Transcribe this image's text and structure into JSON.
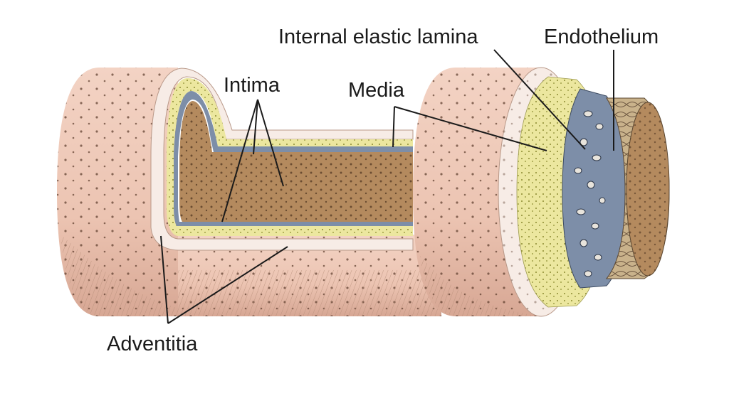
{
  "labels": {
    "internal_elastic_lamina": "Internal elastic lamina",
    "endothelium": "Endothelium",
    "intima": "Intima",
    "media": "Media",
    "adventitia": "Adventitia"
  },
  "colors": {
    "adventitia": "#eec7b5",
    "adventitia_shadow": "#d9a892",
    "media": "#ece79f",
    "intima": "#a7b5c9",
    "lumen": "#b48a5e",
    "endothelium": "#c9b28b",
    "elastic_lamina": "#7d8ea8",
    "leader_line": "#1a1a1a"
  }
}
